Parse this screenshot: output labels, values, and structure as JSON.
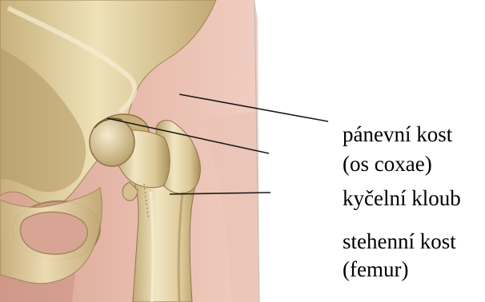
{
  "labels": {
    "pelvis": "pánevní kost",
    "pelvis_latin": "(os coxae)",
    "hip_joint": "kyčelní kloub",
    "femur": "stehenní kost",
    "femur_latin": "(femur)"
  },
  "colors": {
    "skin": "#e3b4a4",
    "skin_shadow": "#c98f80",
    "bone": "#e6d5a8",
    "bone_light": "#f3e8c4",
    "bone_shadow": "#b49a68",
    "leader_line": "#1a1a1a"
  }
}
